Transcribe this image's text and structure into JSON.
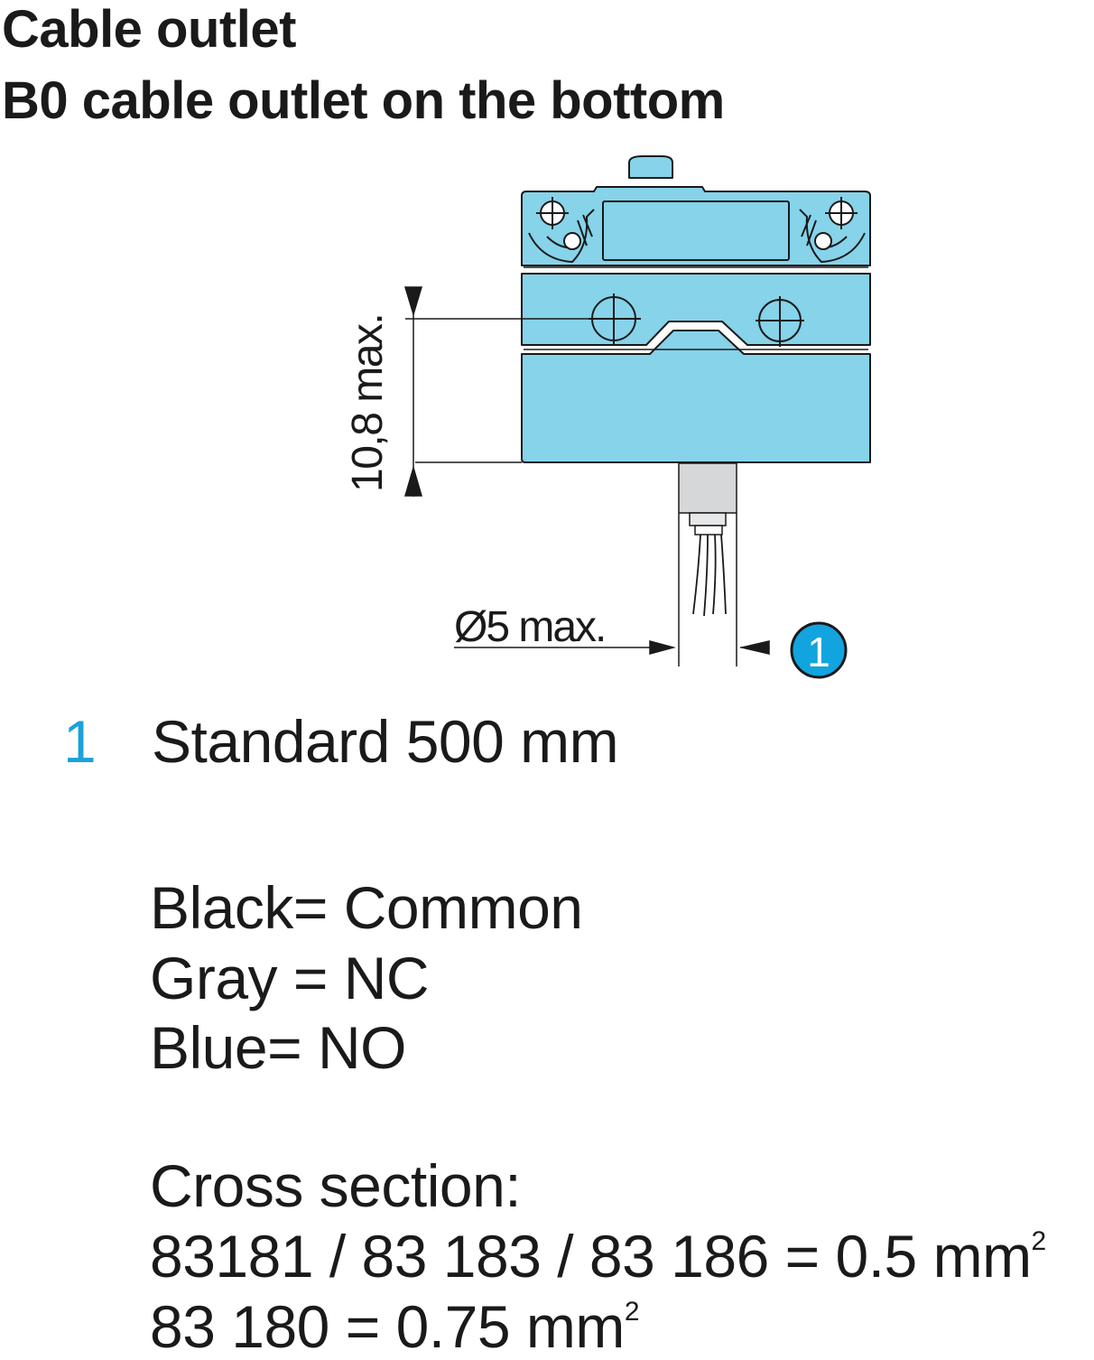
{
  "header": {
    "title": "Cable outlet",
    "subtitle": "B0 cable outlet on the bottom"
  },
  "drawing": {
    "dim_height": "10,8 max.",
    "dim_diameter": "Ø5 max.",
    "callout": "1",
    "body_color": "#86d3ea",
    "callout_color": "#12a4df"
  },
  "notes": [
    {
      "number": "1",
      "text": "Standard 500 mm"
    }
  ],
  "wires": {
    "black": "Black= Common",
    "gray": "Gray = NC",
    "blue": "Blue= NO"
  },
  "cross_section": {
    "heading": "Cross section:",
    "line1": "83181 / 83 183 / 83 186 = 0.5 mm",
    "line2": "83 180 = 0.75 mm",
    "superscript": "2"
  }
}
